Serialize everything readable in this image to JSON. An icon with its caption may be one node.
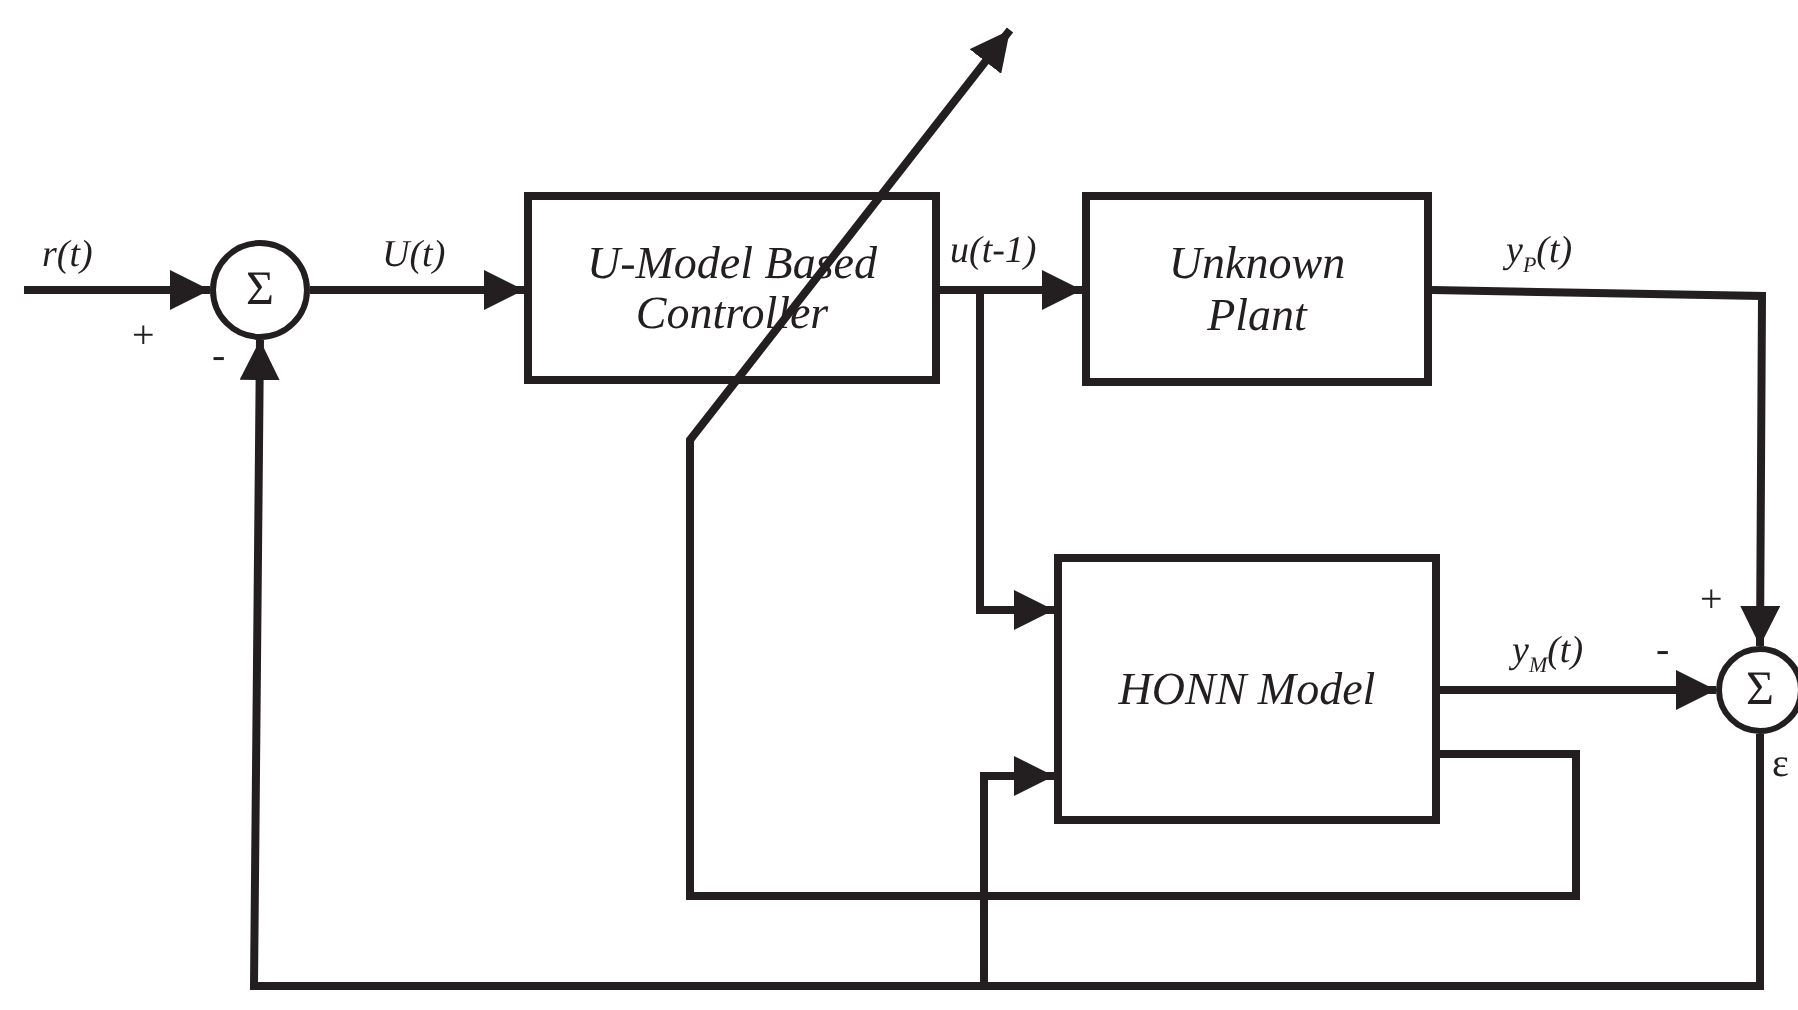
{
  "diagram": {
    "nodes": [
      {
        "text": [
          "Σ"
        ]
      },
      {
        "text": [
          "U-Model Based Controller"
        ]
      },
      {
        "text": [
          "Unknown Plant"
        ]
      },
      {
        "text": [
          "HONN Model"
        ]
      },
      {
        "text": [
          "Σ"
        ]
      }
    ],
    "edges": [
      {
        "from": null,
        "to": 0,
        "arrow": "to",
        "label": "r(t)"
      },
      {
        "from": 0,
        "to": 1,
        "arrow": "to",
        "label": "U(t)"
      },
      {
        "from": 1,
        "to": 2,
        "arrow": "to",
        "label": "u(t-1)"
      },
      {
        "from": 1,
        "to": 3,
        "arrow": "to"
      },
      {
        "from": 2,
        "to": 4,
        "arrow": "to",
        "label": "y$_{P}$(t)"
      },
      {
        "from": 3,
        "to": 4,
        "arrow": "to",
        "label": "y$_{M}$(t)"
      },
      {
        "from": 4,
        "to": 0,
        "arrow": "to"
      },
      {
        "from": 4,
        "to": 3,
        "arrow": "to"
      },
      {
        "from": 3,
        "to": null,
        "arrow": "to"
      }
    ],
    "labels": [
      "+",
      "-",
      "+",
      "-",
      "ε"
    ]
  }
}
